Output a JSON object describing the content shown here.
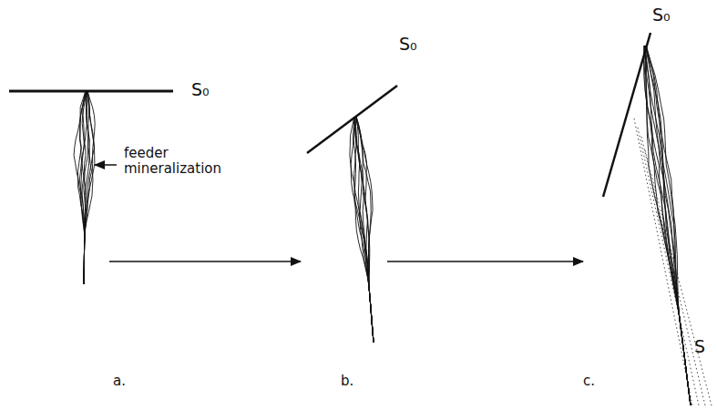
{
  "diagram": {
    "labels": [
      "S₀",
      "feeder mineralization",
      "a.",
      "S₀",
      "b.",
      "S₀",
      "S",
      "c."
    ]
  }
}
